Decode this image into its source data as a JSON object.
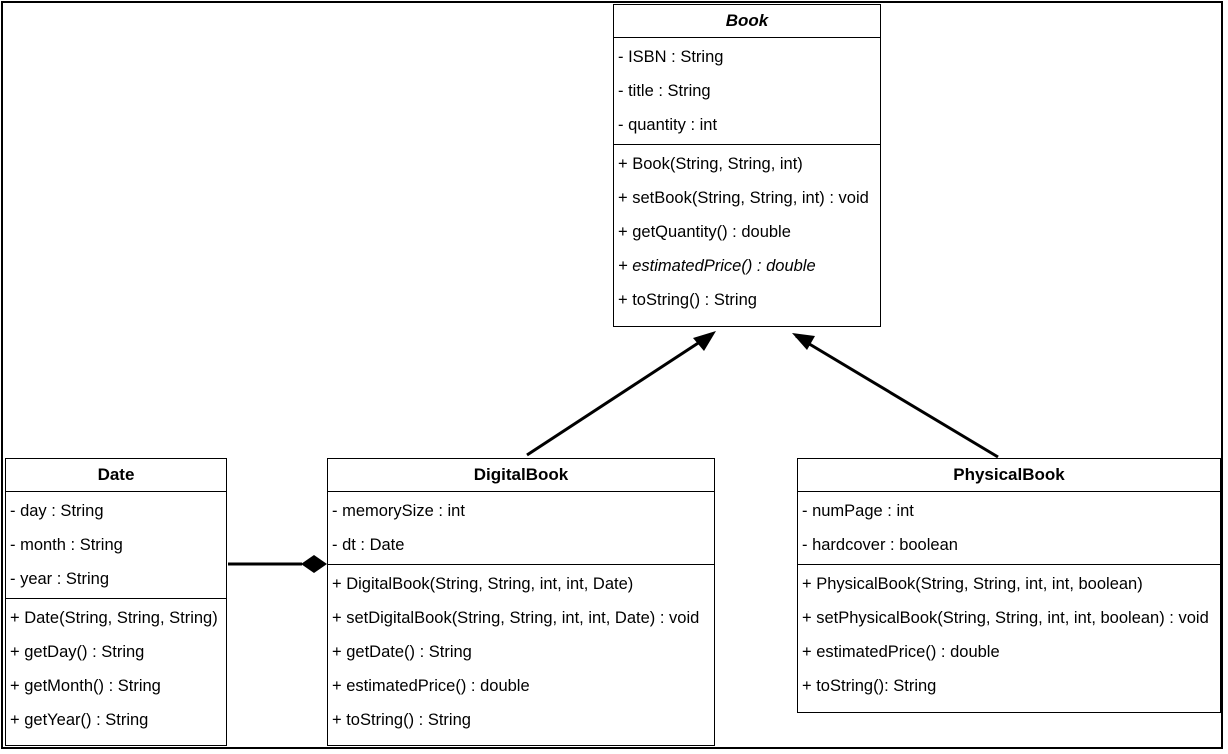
{
  "classes": {
    "book": {
      "name": "Book",
      "attributes": [
        "- ISBN : String",
        "- title : String",
        "- quantity : int"
      ],
      "methods": [
        "+ Book(String, String, int)",
        "+ setBook(String, String, int) : void",
        "+ getQuantity() : double",
        "+ estimatedPrice() : double",
        "+ toString() : String"
      ]
    },
    "date": {
      "name": "Date",
      "attributes": [
        "- day : String",
        "- month : String",
        "- year : String"
      ],
      "methods": [
        "+ Date(String, String, String)",
        "+ getDay() : String",
        "+ getMonth() : String",
        "+ getYear() : String"
      ]
    },
    "digitalbook": {
      "name": "DigitalBook",
      "attributes": [
        "- memorySize : int",
        "- dt : Date"
      ],
      "methods": [
        "+ DigitalBook(String, String, int, int, Date)",
        "+ setDigitalBook(String, String, int, int, Date) : void",
        "+ getDate() : String",
        "+ estimatedPrice() : double",
        "+ toString() : String"
      ]
    },
    "physicalbook": {
      "name": "PhysicalBook",
      "attributes": [
        "- numPage : int",
        "- hardcover : boolean"
      ],
      "methods": [
        "+ PhysicalBook(String, String, int, int, boolean)",
        "+ setPhysicalBook(String, String, int, int, boolean) : void",
        "+ estimatedPrice() : double",
        "+ toString(): String"
      ]
    }
  },
  "relations": [
    {
      "type": "inheritance",
      "from": "DigitalBook",
      "to": "Book"
    },
    {
      "type": "inheritance",
      "from": "PhysicalBook",
      "to": "Book"
    },
    {
      "type": "composition",
      "from": "Date",
      "to": "DigitalBook"
    }
  ]
}
